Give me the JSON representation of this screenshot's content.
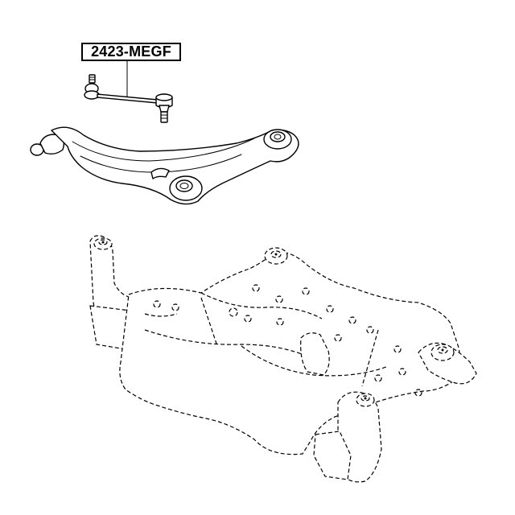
{
  "diagram": {
    "part_number": "2423-MEGF",
    "highlighted_part": "stabilizer-link",
    "context_parts": [
      "lower-control-arm",
      "front-subframe"
    ],
    "context_style": "dashed"
  }
}
